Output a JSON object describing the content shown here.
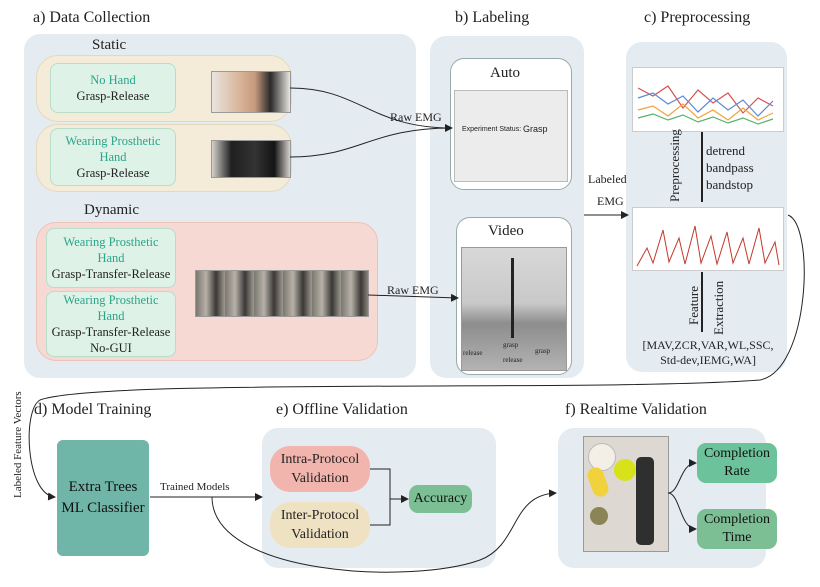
{
  "sections": {
    "a": "a) Data Collection",
    "b": "b) Labeling",
    "c": "c) Preprocessing",
    "d": "d) Model Training",
    "e": "e) Offline Validation",
    "f": "f) Realtime Validation"
  },
  "data_collection": {
    "static_title": "Static",
    "dynamic_title": "Dynamic",
    "static_rows": [
      {
        "line1": "No Hand",
        "line2": "",
        "line3": "Grasp-Release"
      },
      {
        "line1": "Wearing Prosthetic",
        "line2": "Hand",
        "line3": "Grasp-Release"
      }
    ],
    "dynamic_rows": [
      {
        "line1": "Wearing Prosthetic",
        "line2": "Hand",
        "line3": "Grasp-Transfer-Release",
        "line4": ""
      },
      {
        "line1": "Wearing Prosthetic",
        "line2": "Hand",
        "line3": "Grasp-Transfer-Release",
        "line4": "No-GUI"
      }
    ]
  },
  "arrows": {
    "raw_emg_top": "Raw EMG",
    "raw_emg_bottom": "Raw EMG",
    "labeled_emg_1": "Labeled",
    "labeled_emg_2": "EMG",
    "trained_models": "Trained Models",
    "labeled_feature_vectors": "Labeled Feature Vectors"
  },
  "labeling": {
    "auto_title": "Auto",
    "video_title": "Video",
    "auto_status": "Experiment Status:",
    "auto_grasp": "Grasp",
    "video_labels": [
      "grasp",
      "release",
      "release",
      "grasp"
    ]
  },
  "preprocessing": {
    "step_label": "Preprocessing",
    "steps": [
      "detrend",
      "bandpass",
      "bandstop"
    ],
    "feature_1": "Feature",
    "feature_2": "Extraction",
    "features_line1": "[MAV,ZCR,VAR,WL,SSC,",
    "features_line2": "Std-dev,IEMG,WA]"
  },
  "model_training": {
    "line1": "Extra Trees",
    "line2": "ML Classifier"
  },
  "offline": {
    "intra_1": "Intra-Protocol",
    "intra_2": "Validation",
    "inter_1": "Inter-Protocol",
    "inter_2": "Validation",
    "accuracy": "Accuracy"
  },
  "realtime": {
    "rate_1": "Completion",
    "rate_2": "Rate",
    "time_1": "Completion",
    "time_2": "Time"
  },
  "colors": {
    "panel": "#e5ecf1",
    "static": "#f4ecd8",
    "dynamic": "#f7d9d4",
    "green_box": "#def2e7",
    "teal_text": "#2aa58a",
    "model": "#6fb5a8",
    "intra": "#f2b5ad",
    "inter": "#efe2c3",
    "green_btn": "#7dbf95"
  }
}
